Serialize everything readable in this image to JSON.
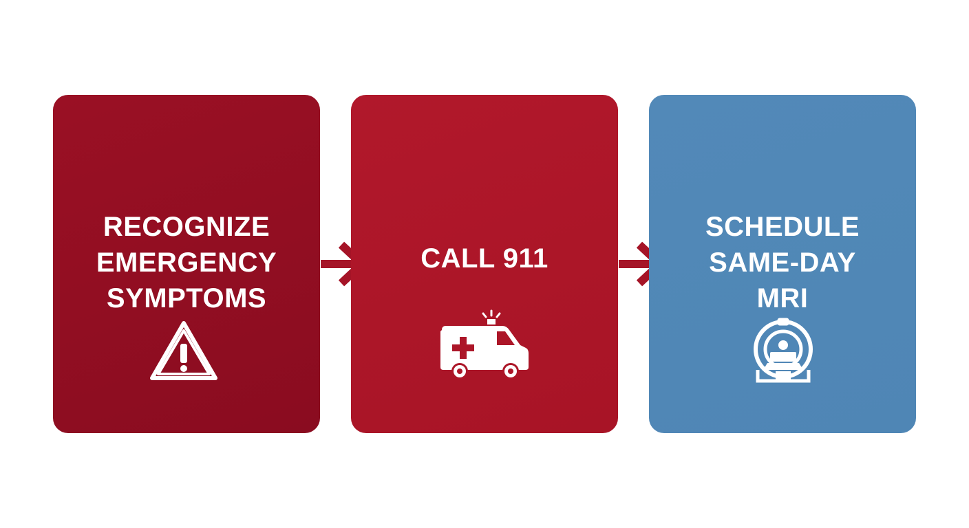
{
  "steps": [
    {
      "label": "RECOGNIZE\nEMERGENCY\nSYMPTOMS",
      "icon": "warning-triangle-icon",
      "color": "#8f0d22"
    },
    {
      "label": "CALL 911",
      "icon": "ambulance-icon",
      "color": "#ac1628"
    },
    {
      "label": "SCHEDULE\nSAME-DAY\nMRI",
      "icon": "mri-scanner-icon",
      "color": "#5088b6"
    }
  ],
  "arrow_color": "#a51427"
}
